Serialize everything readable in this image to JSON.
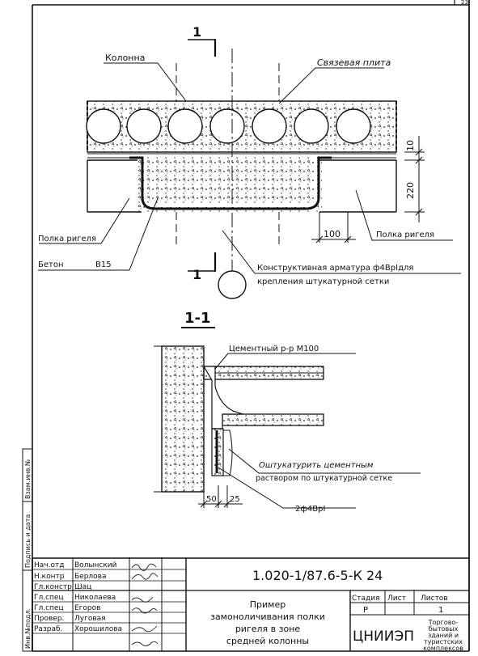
{
  "drawing": {
    "sheet_corner": "23",
    "section_marker": "1",
    "section_title": "1-1",
    "labels": {
      "column": "Колонна",
      "slab": "Связевая плита",
      "beam_flange_left": "Полка ригеля",
      "beam_flange_right": "Полка ригеля",
      "concrete": "Бетон",
      "concrete_class": "B15",
      "rebar_line1": "Конструктивная арматура ф4ВрIдля",
      "rebar_line2": "крепления штукатурной сетки",
      "cement_mortar": "Цементный р-р М100",
      "plaster_line1": "Оштукатурить цементным",
      "plaster_line2": "раствором по штукатурной сетке",
      "rebar_section": "2ф4ВрI"
    },
    "dimensions": {
      "d10": "10",
      "d220": "220",
      "d100": "100",
      "d50": "50",
      "d25": "25"
    }
  },
  "side_stamp": {
    "inv_podl": "Инв.№подл.",
    "podpis_data": "Подпись и дата",
    "vzam_inv": "Взам.инв.№"
  },
  "title_block": {
    "code": "1.020-1/87.6-5-К 24",
    "roles": [
      {
        "role": "Нач.отд",
        "name": "Волынский"
      },
      {
        "role": "Н.контр",
        "name": "Берлова"
      },
      {
        "role": "Гл.констр",
        "name": "Шац"
      },
      {
        "role": "Гл.спец",
        "name": "Николаева"
      },
      {
        "role": "Гл.спец",
        "name": "Егоров"
      },
      {
        "role": "Провер.",
        "name": "Луговая"
      },
      {
        "role": "Разраб.",
        "name": "Хорошилова"
      }
    ],
    "description": [
      "Пример",
      "замоноличивания полки",
      "ригеля в зоне",
      "средней колонны"
    ],
    "stage_header": "Стадия",
    "sheet_header": "Лист",
    "sheets_header": "Листов",
    "stage_value": "Р",
    "sheets_value": "1",
    "org": "ЦНИИЭП",
    "org_sub": [
      "Торгово-",
      "бытовых",
      "зданий и",
      "туристских",
      "комплексов"
    ]
  }
}
